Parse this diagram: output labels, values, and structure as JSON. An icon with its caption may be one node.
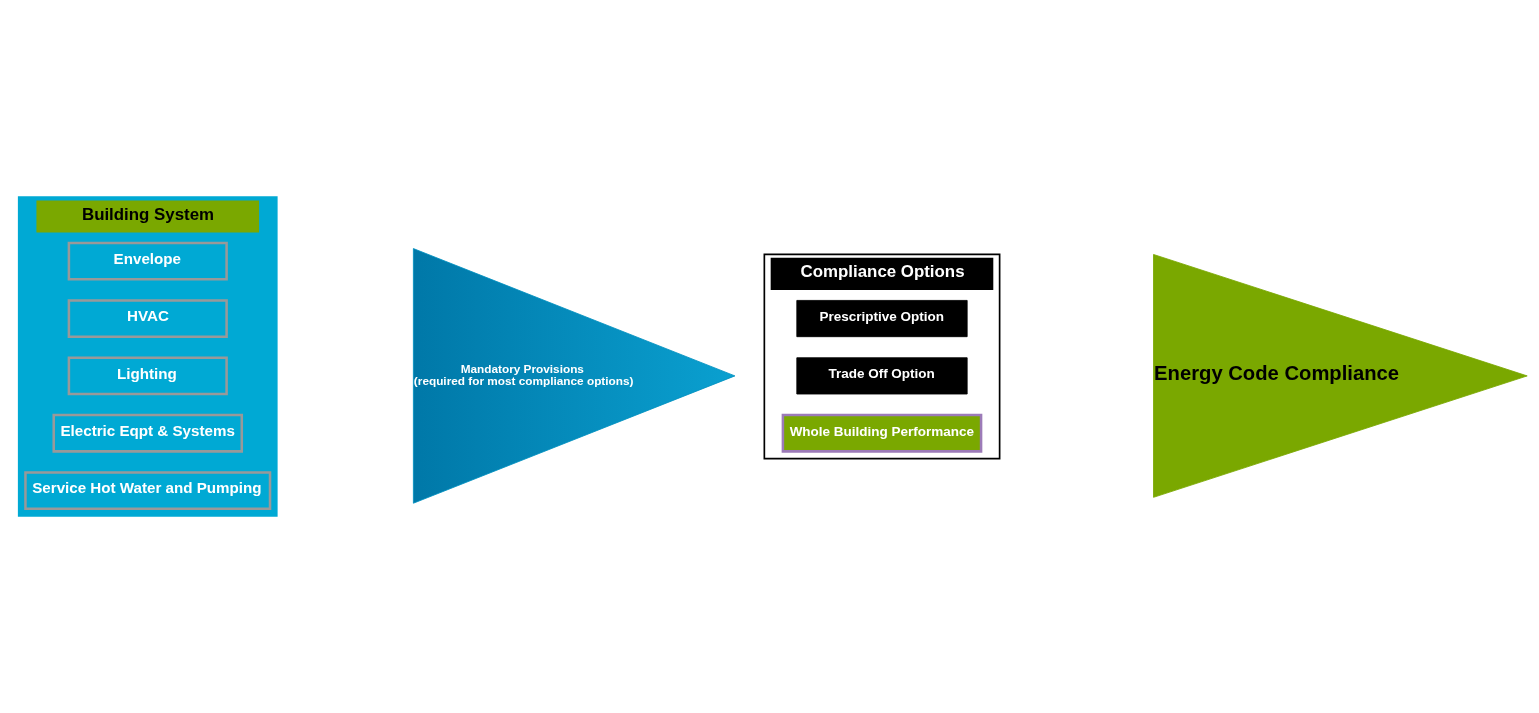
{
  "diagram": {
    "nodes": [
      {
        "text": [
          "Building System"
        ]
      },
      {
        "text": [
          "Envelope"
        ],
        "in": 0
      },
      {
        "text": [
          "HVAC"
        ],
        "in": 0
      },
      {
        "text": [
          "Lighting"
        ],
        "in": 0
      },
      {
        "text": [
          "Electric Eqpt & Systems"
        ],
        "in": 0
      },
      {
        "text": [
          "Service Hot Water and Pumping"
        ],
        "in": 0
      },
      {
        "text": [
          "Mandatory Provisions",
          "(required for most compliance options)"
        ]
      },
      {
        "text": [
          "Compliance Options"
        ]
      },
      {
        "text": [
          "Prescriptive Option"
        ],
        "in": 7
      },
      {
        "text": [
          "Trade Off Option"
        ],
        "in": 7
      },
      {
        "text": [
          "Whole Building Performance"
        ],
        "in": 7
      },
      {
        "text": [
          "Energy Code Compliance"
        ]
      }
    ]
  }
}
